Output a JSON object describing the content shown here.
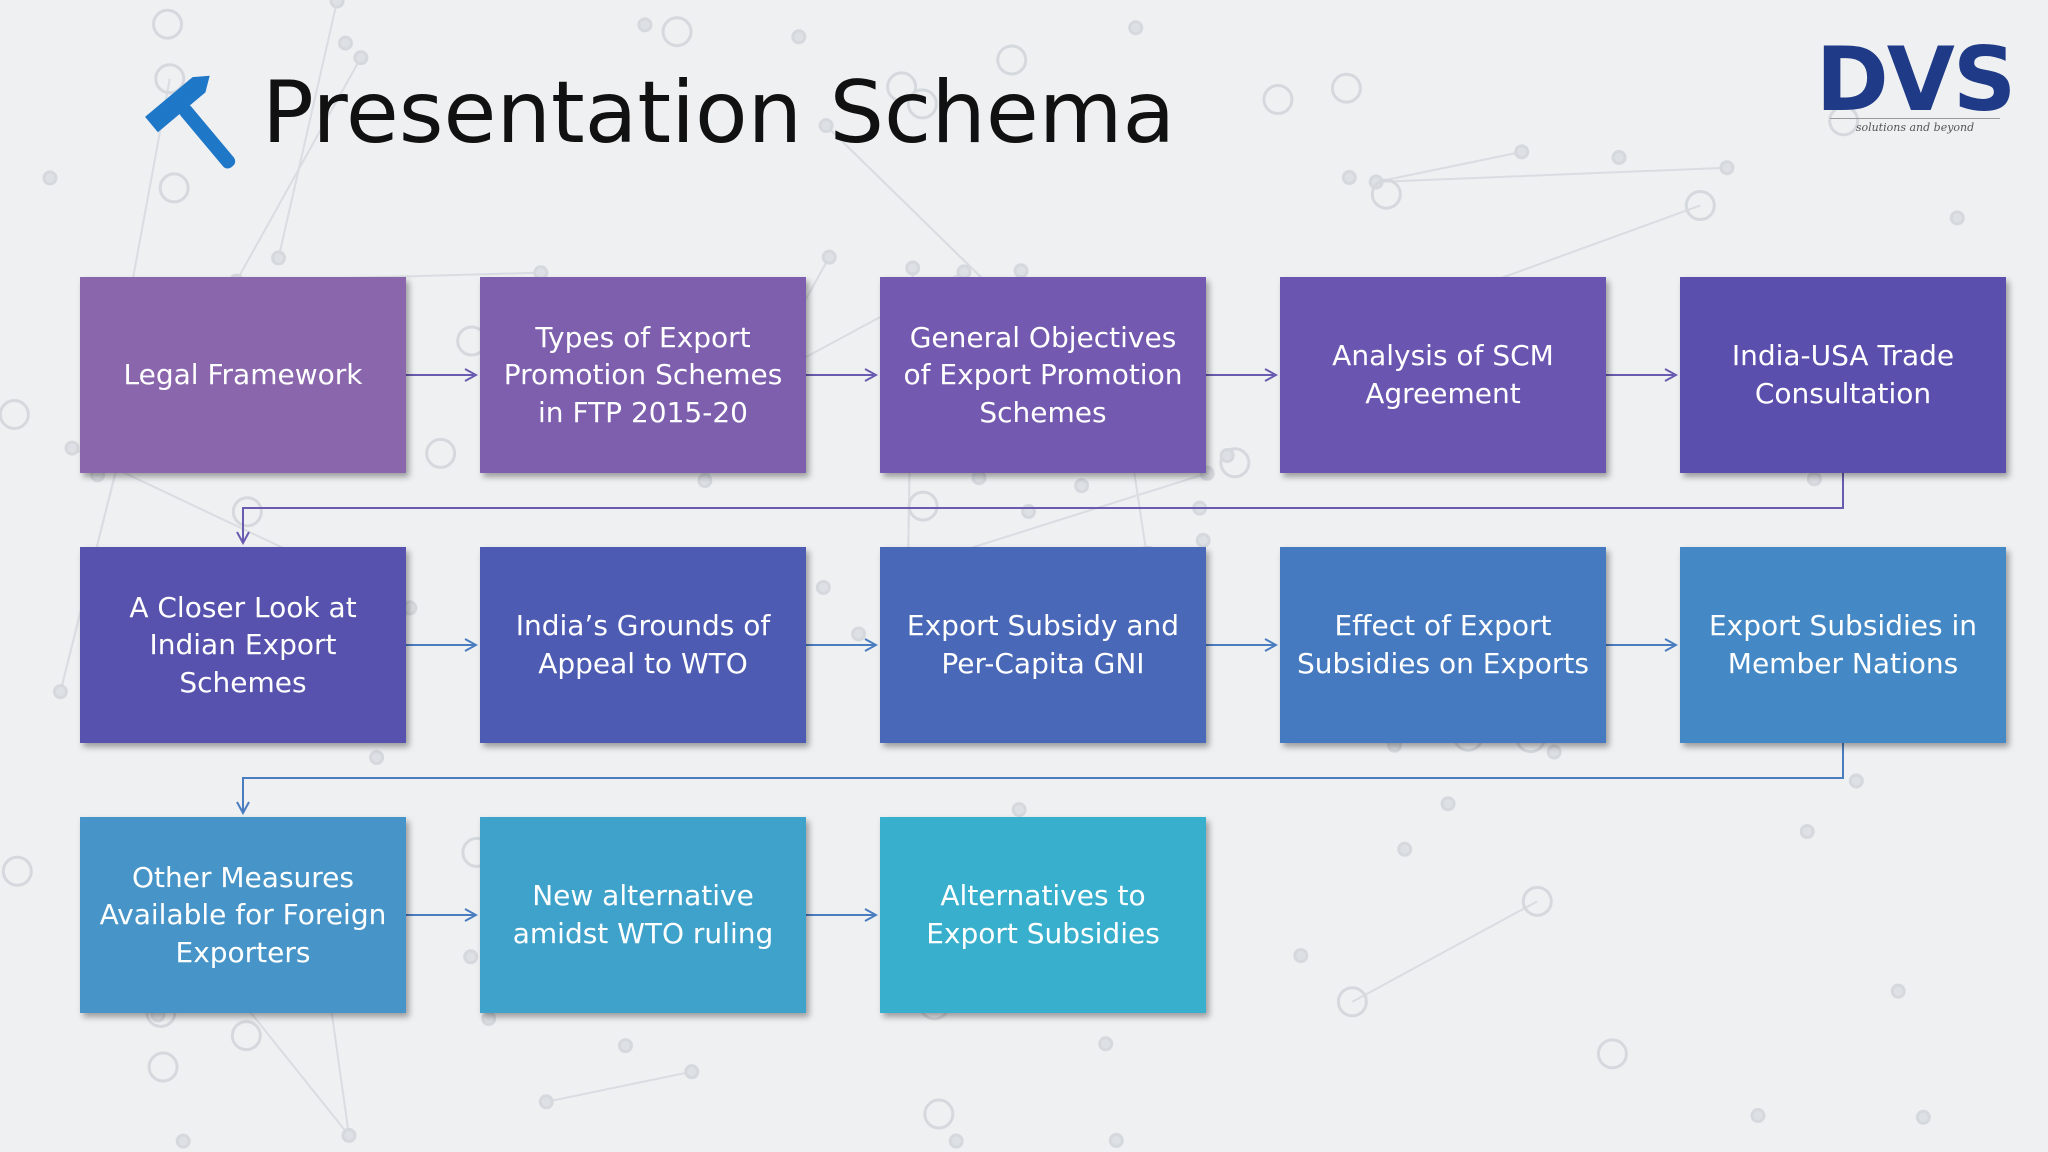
{
  "title": "Presentation Schema",
  "logo": {
    "text": "DVS",
    "tagline": "solutions and beyond"
  },
  "colors": {
    "row1": [
      "#8a66ad",
      "#7d5fae",
      "#7359af",
      "#6a55b0",
      "#5b4fae"
    ],
    "row2": [
      "#5752ad",
      "#4d5bb2",
      "#4a68b8",
      "#467ac0",
      "#4489c5"
    ],
    "row3": [
      "#4795c8",
      "#3fa2cb",
      "#38afcd"
    ],
    "connector_row1": "#6a5ab0",
    "connector_row2": "#4a7cc0"
  },
  "steps": [
    {
      "label": "Legal Framework"
    },
    {
      "label": "Types of Export Promotion Schemes in FTP 2015-20"
    },
    {
      "label": "General Objectives of Export Promotion Schemes"
    },
    {
      "label": "Analysis of SCM Agreement"
    },
    {
      "label": "India-USA Trade Consultation"
    },
    {
      "label": "A Closer Look at Indian Export Schemes"
    },
    {
      "label": "India’s Grounds of Appeal to WTO"
    },
    {
      "label": "Export Subsidy and Per-Capita GNI"
    },
    {
      "label": "Effect of Export Subsidies on Exports"
    },
    {
      "label": "Export Subsidies in Member Nations"
    },
    {
      "label": "Other Measures Available for Foreign Exporters"
    },
    {
      "label": "New alternative amidst WTO ruling"
    },
    {
      "label": "Alternatives to Export Subsidies"
    }
  ]
}
